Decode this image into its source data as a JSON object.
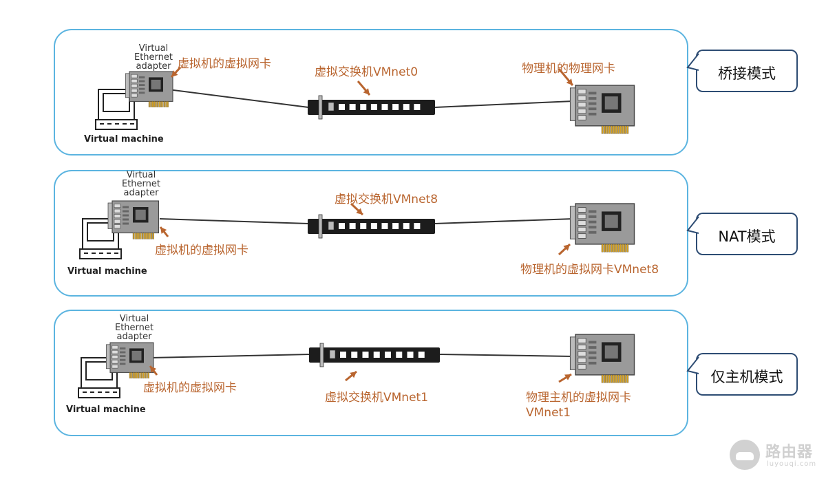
{
  "rows": [
    {
      "mode": "桥接模式",
      "vm_nic_label": "虚拟机的虚拟网卡",
      "switch_label": "虚拟交换机VMnet0",
      "host_nic_label": "物理机的物理网卡",
      "host_nic_label2": "",
      "adapter_lines": [
        "Virtual",
        "Ethernet",
        "adapter"
      ],
      "vm_caption": "Virtual machine"
    },
    {
      "mode": "NAT模式",
      "vm_nic_label": "虚拟机的虚拟网卡",
      "switch_label": "虚拟交换机VMnet8",
      "host_nic_label": "物理机的虚拟网卡VMnet8",
      "host_nic_label2": "",
      "adapter_lines": [
        "Virtual",
        "Ethernet",
        "adapter"
      ],
      "vm_caption": "Virtual machine"
    },
    {
      "mode": "仅主机模式",
      "vm_nic_label": "虚拟机的虚拟网卡",
      "switch_label": "虚拟交换机VMnet1",
      "host_nic_label": "物理主机的虚拟网卡",
      "host_nic_label2": "VMnet1",
      "adapter_lines": [
        "Virtual",
        "Ethernet",
        "adapter"
      ],
      "vm_caption": "Virtual machine"
    }
  ],
  "watermark": {
    "title": "路由器",
    "subtitle": "luyouqi.com"
  },
  "colors": {
    "panel_border": "#5bb4e0",
    "mode_border": "#2d4c73",
    "label": "#b9652f",
    "arrow": "#b9652f"
  }
}
